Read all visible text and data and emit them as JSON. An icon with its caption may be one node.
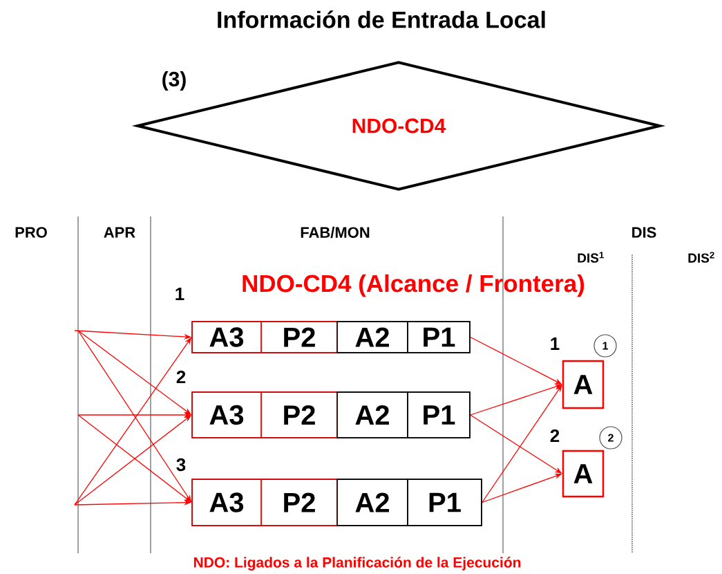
{
  "diagram": {
    "title": "Información de Entrada Local",
    "caption": "NDO: Ligados a la Planificación de la Ejecución",
    "nodes": [
      {
        "text": [
          "NDO-CD4"
        ],
        "beside": [
          "(3)"
        ]
      },
      {
        "text": [],
        "shape": "box",
        "beside": [
          "1"
        ]
      },
      {
        "text": [
          "A3"
        ],
        "in": 1
      },
      {
        "text": [
          "P2"
        ],
        "in": 1
      },
      {
        "text": [
          "A2"
        ],
        "in": 1
      },
      {
        "text": [
          "P1"
        ],
        "in": 1
      },
      {
        "text": [],
        "shape": "box",
        "beside": [
          "2"
        ]
      },
      {
        "text": [
          "A3"
        ],
        "in": 6
      },
      {
        "text": [
          "P2"
        ],
        "in": 6
      },
      {
        "text": [
          "A2"
        ],
        "in": 6
      },
      {
        "text": [
          "P1"
        ],
        "in": 6
      },
      {
        "text": [],
        "shape": "box",
        "beside": [
          "3"
        ]
      },
      {
        "text": [
          "A3"
        ],
        "in": 11
      },
      {
        "text": [
          "P2"
        ],
        "in": 11
      },
      {
        "text": [
          "A2"
        ],
        "in": 11
      },
      {
        "text": [
          "P1"
        ],
        "in": 11
      },
      {
        "text": [
          "A"
        ],
        "beside": [
          "1"
        ]
      },
      {
        "text": [
          "A"
        ],
        "beside": [
          "2"
        ]
      },
      {
        "text": [
          "1"
        ]
      },
      {
        "text": [
          "2"
        ]
      }
    ],
    "edges": [
      {
        "from": null,
        "to": 2,
        "arrow": "to"
      },
      {
        "from": null,
        "to": 7,
        "arrow": "to"
      },
      {
        "from": null,
        "to": 12,
        "arrow": "to"
      },
      {
        "from": null,
        "to": 7,
        "arrow": "to"
      },
      {
        "from": null,
        "to": 12,
        "arrow": "to"
      },
      {
        "from": null,
        "to": 2,
        "arrow": "to"
      },
      {
        "from": null,
        "to": 7,
        "arrow": "to"
      },
      {
        "from": null,
        "to": 12,
        "arrow": "to"
      },
      {
        "from": 5,
        "to": 16,
        "arrow": "to"
      },
      {
        "from": 10,
        "to": 16,
        "arrow": "to"
      },
      {
        "from": 10,
        "to": 17,
        "arrow": "to"
      },
      {
        "from": 15,
        "to": 16,
        "arrow": "to"
      },
      {
        "from": 15,
        "to": 17,
        "arrow": "to"
      }
    ],
    "labels": [
      "PRO",
      "APR",
      "FAB/MON",
      "DIS",
      "DIS$^{1}$",
      "DIS$^{2}$",
      "NDO-CD4 (Alcance / Frontera)"
    ]
  }
}
